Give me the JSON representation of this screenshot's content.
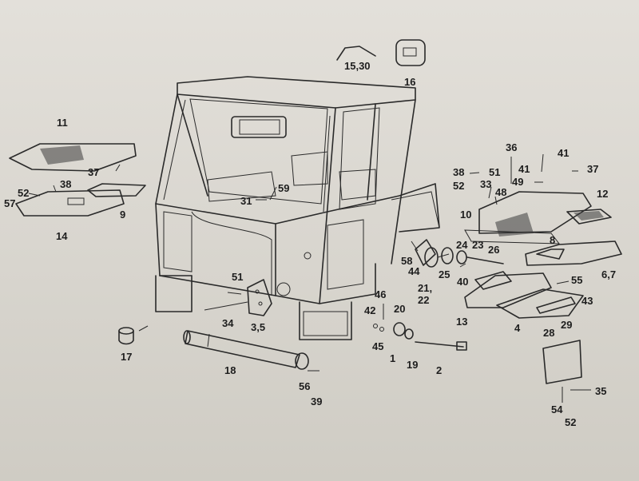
{
  "labels": {
    "l_15_30": "15,30",
    "l_16": "16",
    "l_11": "11",
    "l_37a": "37",
    "l_52a": "52",
    "l_38a": "38",
    "l_57": "57",
    "l_9": "9",
    "l_14": "14",
    "l_31": "31",
    "l_59": "59",
    "l_36": "36",
    "l_41a": "41",
    "l_38b": "38",
    "l_51a": "51",
    "l_41b": "41",
    "l_52b": "52",
    "l_33": "33",
    "l_49": "49",
    "l_48": "48",
    "l_37b": "37",
    "l_12": "12",
    "l_10": "10",
    "l_24": "24",
    "l_23": "23",
    "l_26": "26",
    "l_8": "8",
    "l_58": "58",
    "l_44": "44",
    "l_25": "25",
    "l_40": "40",
    "l_21_22": "21,\n22",
    "l_6_7": "6,7",
    "l_55": "55",
    "l_43": "43",
    "l_51b": "51",
    "l_46": "46",
    "l_42": "42",
    "l_20": "20",
    "l_45": "45",
    "l_1": "1",
    "l_19": "19",
    "l_2": "2",
    "l_13": "13",
    "l_4": "4",
    "l_29": "29",
    "l_34": "34",
    "l_3_5": "3,5",
    "l_17": "17",
    "l_18": "18",
    "l_28": "28",
    "l_56": "56",
    "l_39": "39",
    "l_35": "35",
    "l_54": "54",
    "l_52c": "52"
  }
}
